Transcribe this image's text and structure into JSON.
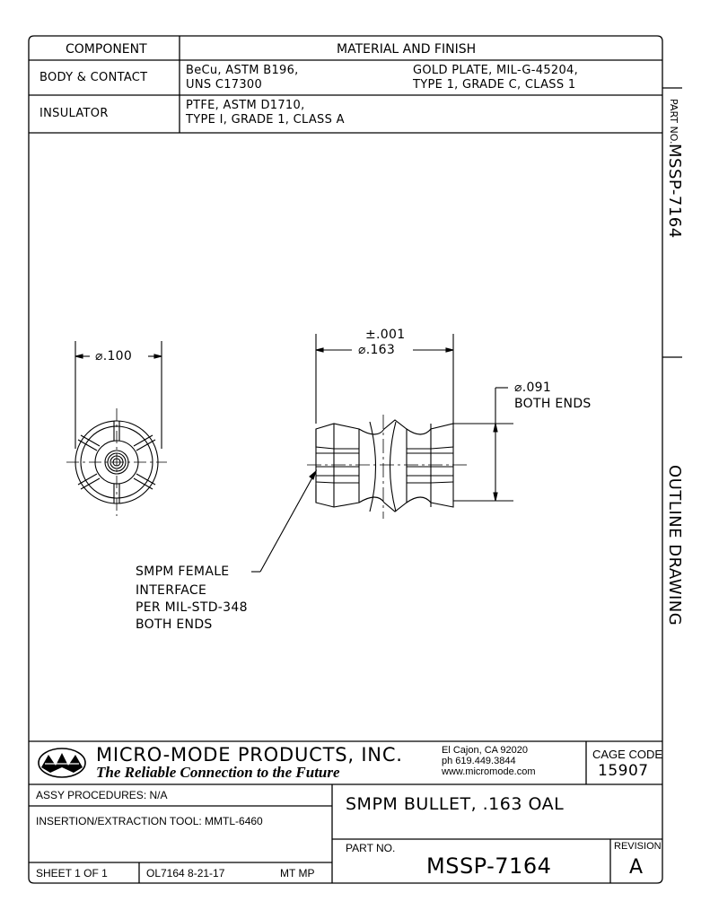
{
  "material_table": {
    "header_component": "COMPONENT",
    "header_material": "MATERIAL AND FINISH",
    "rows": [
      {
        "component": "BODY & CONTACT",
        "material_1": "BeCu, ASTM B196,",
        "material_2": "UNS C17300",
        "finish_1": "GOLD PLATE, MIL-G-45204,",
        "finish_2": "TYPE 1, GRADE C, CLASS 1"
      },
      {
        "component": "INSULATOR",
        "material_1": "PTFE, ASTM D1710,",
        "material_2": "TYPE I, GRADE 1, CLASS A"
      }
    ]
  },
  "side_labels": {
    "part_no_label": "PART NO.",
    "part_no": "MSSP-7164",
    "drawing_type": "OUTLINE DRAWING"
  },
  "drawing": {
    "end_view_dim": "⌀.100",
    "length_tol": "±.001",
    "length_dim": "⌀.163",
    "diam_dim_1": "⌀.091",
    "diam_dim_2": "BOTH ENDS",
    "note_lines": [
      "SMPM FEMALE",
      "INTERFACE",
      "PER MIL-STD-348",
      "BOTH ENDS"
    ]
  },
  "title_block": {
    "company": "MICRO-MODE PRODUCTS, INC.",
    "tagline": "The Reliable Connection to the Future",
    "address_1": "El Cajon, CA  92020",
    "address_2": "ph  619.449.3844",
    "address_3": "www.micromode.com",
    "cage_label": "CAGE CODE",
    "cage_code": "15907",
    "assy": "ASSY PROCEDURES: N/A",
    "tool": "INSERTION/EXTRACTION TOOL: MMTL-6460",
    "title": "SMPM BULLET, .163 OAL",
    "part_no_label": "PART NO.",
    "part_no": "MSSP-7164",
    "revision_label": "REVISION",
    "revision": "A",
    "sheet": "SHEET  1  OF  1",
    "drawing_ref": "OL7164  8-21-17",
    "initials": "MT  MP"
  }
}
